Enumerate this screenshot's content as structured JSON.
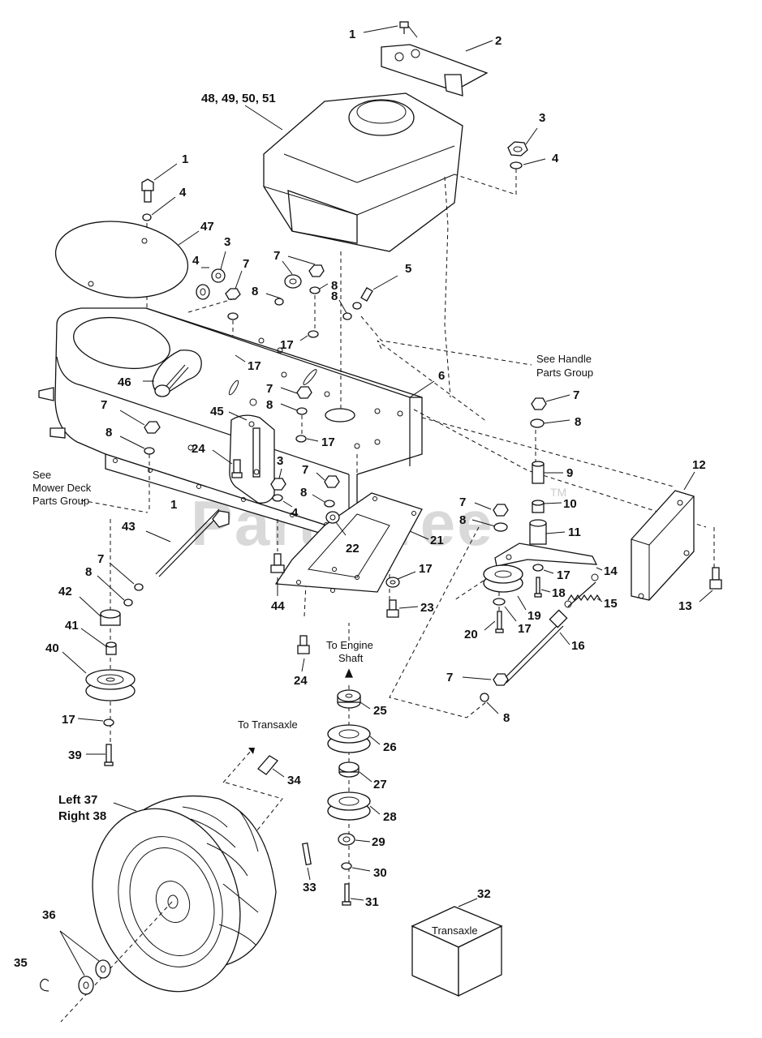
{
  "watermark": {
    "text": "PartsTree",
    "tm": "TM"
  },
  "callouts": {
    "c1a": "1",
    "c2": "2",
    "c3a": "3",
    "c4a": "4",
    "c48": "48, 49, 50, 51",
    "c1b": "1",
    "c4b": "4",
    "c47": "47",
    "c3b": "3",
    "c4c": "4",
    "c7a": "7",
    "c7b": "7",
    "c8a": "8",
    "c8b": "8",
    "c5": "5",
    "c8c": "8",
    "c17a": "17",
    "c17b": "17",
    "c6": "6",
    "c46": "46",
    "c7c": "7",
    "c8d": "8",
    "c17c": "17",
    "c45": "45",
    "c7d": "7",
    "c8e": "8",
    "c24a": "24",
    "c3c": "3",
    "c7e": "7",
    "c8f": "8",
    "c4d": "4",
    "c22": "22",
    "c21": "21",
    "c1c": "1",
    "c43": "43",
    "c7f": "7",
    "c8g": "8",
    "c42": "42",
    "c41": "41",
    "c40": "40",
    "c17d": "17",
    "c39": "39",
    "c44": "44",
    "c24b": "24",
    "c17e": "17",
    "c23": "23",
    "c7g": "7",
    "c8h": "8",
    "c9": "9",
    "c10": "10",
    "c7h": "7",
    "c8i": "8",
    "c11": "11",
    "c12": "12",
    "c13": "13",
    "c14": "14",
    "c17f": "17",
    "c18": "18",
    "c15": "15",
    "c19": "19",
    "c20": "20",
    "c17g": "17",
    "c16": "16",
    "c7i": "7",
    "c8j": "8",
    "c25": "25",
    "c26": "26",
    "c27": "27",
    "c28": "28",
    "c29": "29",
    "c30": "30",
    "c31": "31",
    "c33": "33",
    "c34": "34",
    "c32": "32",
    "c35": "35",
    "c36": "36",
    "c37": "Left 37",
    "c38": "Right 38"
  },
  "notes": {
    "handle_line1": "See Handle",
    "handle_line2": "Parts Group",
    "mower_line1": "See",
    "mower_line2": "Mower Deck",
    "mower_line3": "Parts Group",
    "engine_line1": "To Engine",
    "engine_line2": "Shaft",
    "transaxle_dir": "To Transaxle",
    "transaxle_box": "Transaxle"
  }
}
